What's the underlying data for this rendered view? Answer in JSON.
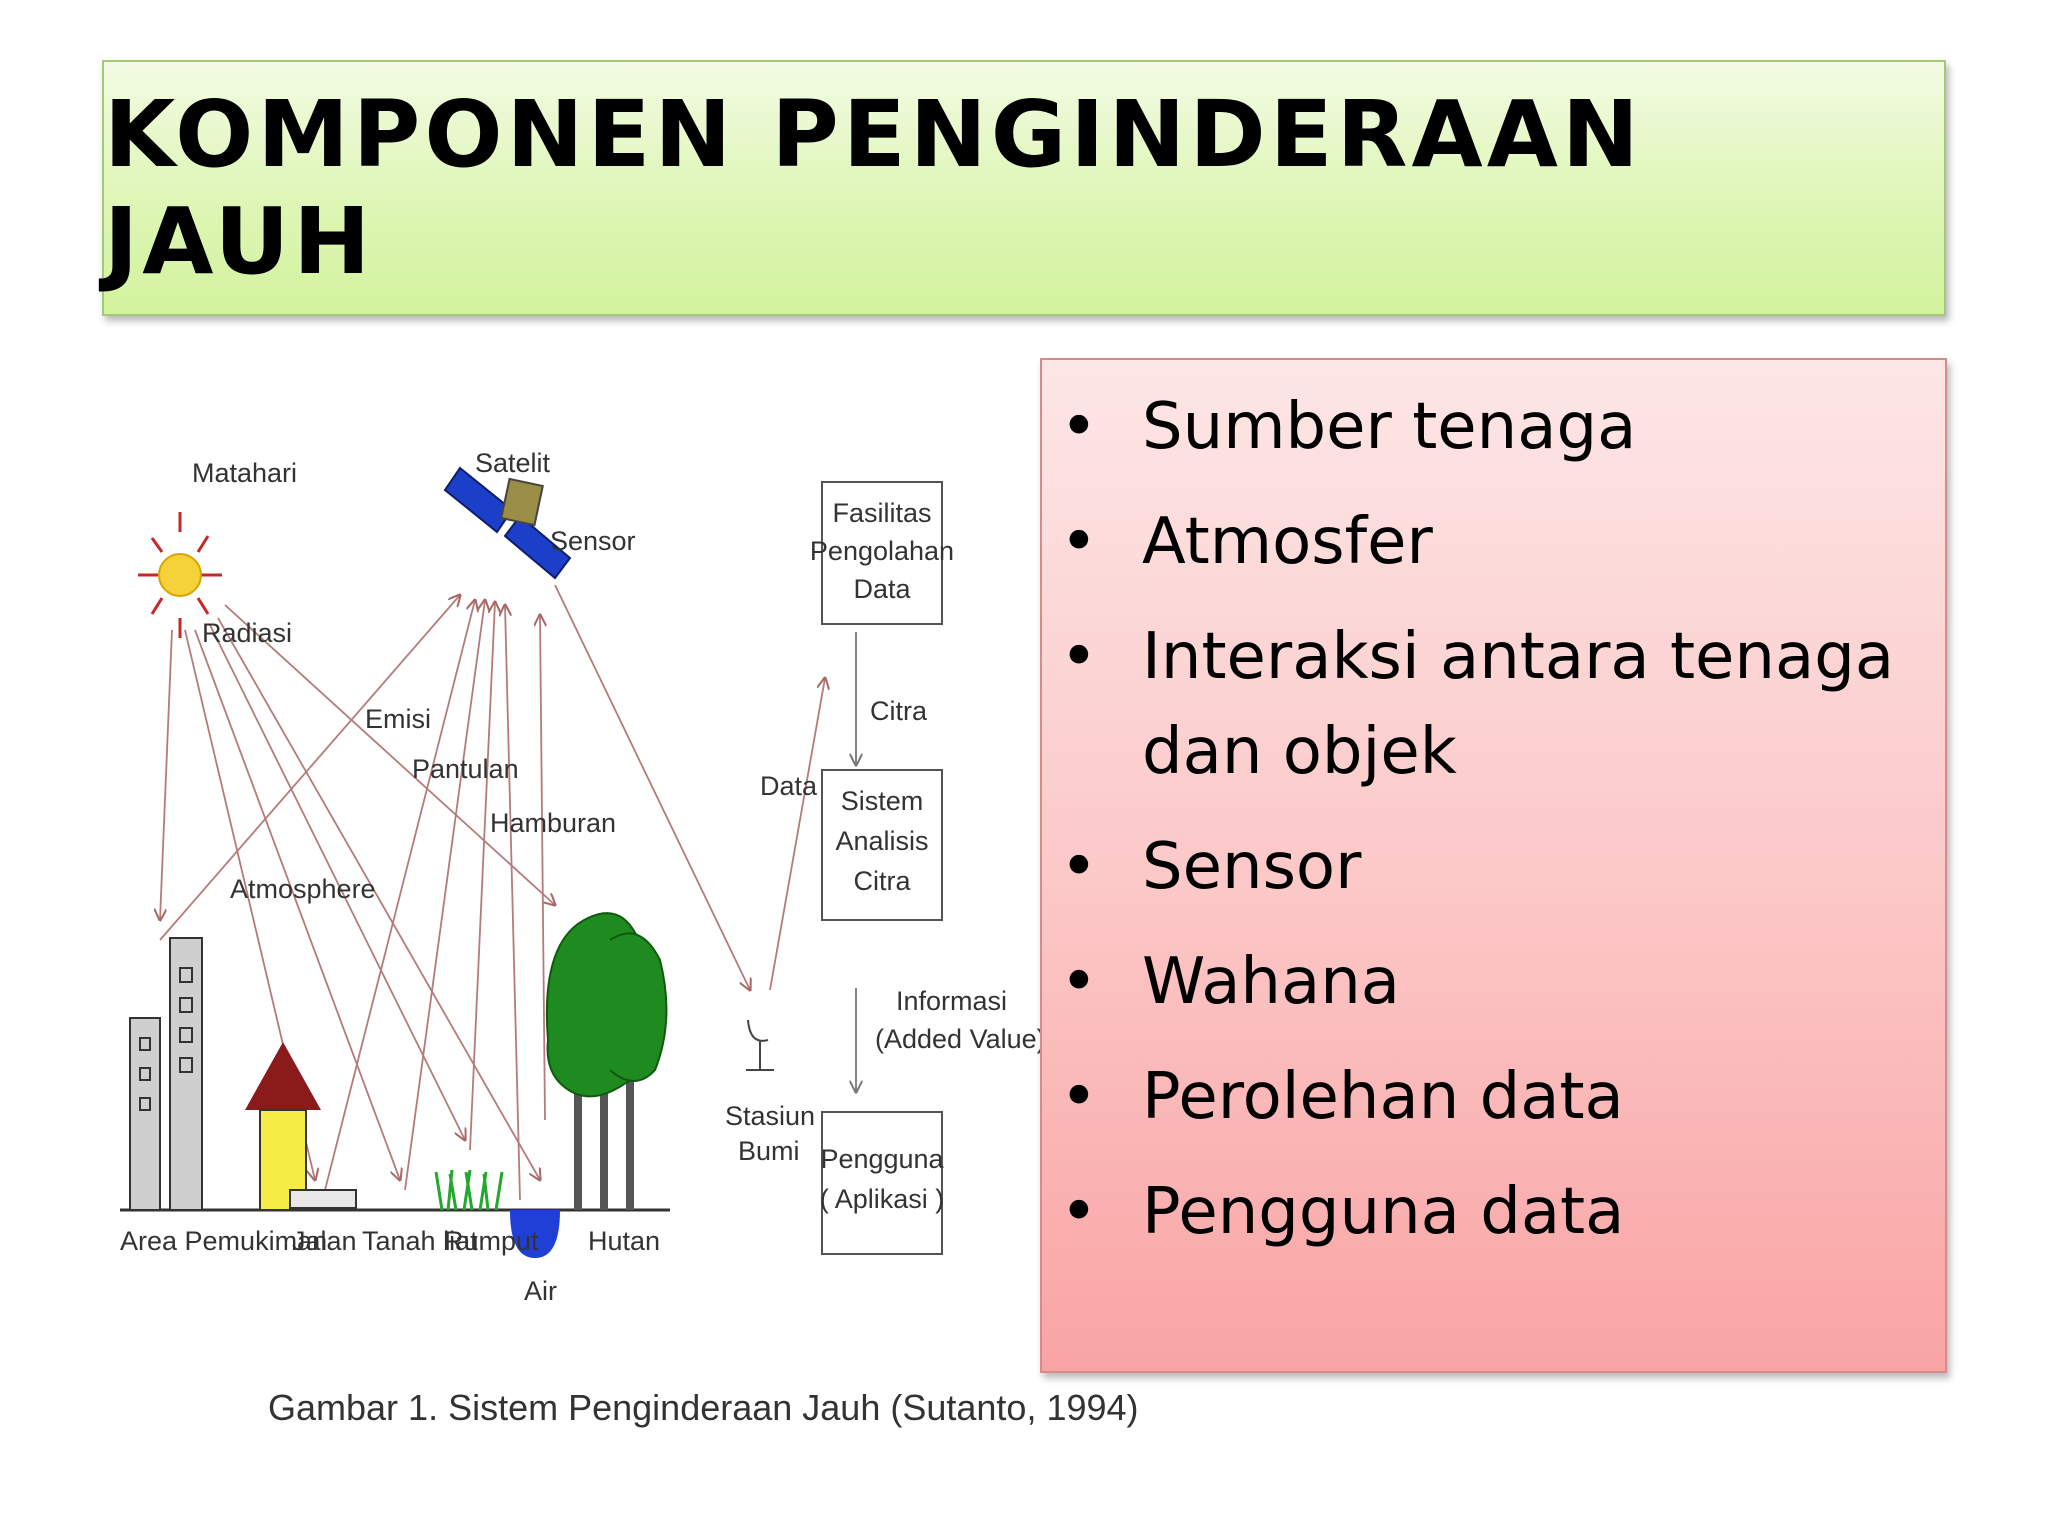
{
  "title": "KOMPONEN PENGINDERAAN JAUH",
  "bullets": [
    "Sumber tenaga",
    "Atmosfer",
    "Interaksi antara tenaga dan objek",
    "Sensor",
    "Wahana",
    "Perolehan data",
    "Pengguna data"
  ],
  "bullet_symbol": "•",
  "figure": {
    "labels": {
      "matahari": "Matahari",
      "satelit": "Satelit",
      "sensor": "Sensor",
      "radiasi": "Radiasi",
      "emisi": "Emisi",
      "pantulan": "Pantulan",
      "hamburan": "Hamburan",
      "atmosphere": "Atmosphere",
      "data": "Data",
      "citra": "Citra",
      "informasi_1": "Informasi",
      "informasi_2": "(Added Value)",
      "stasiun_1": "Stasiun",
      "stasiun_2": "Bumi",
      "area_pemukiman": "Area Pemukiman",
      "jalan": "Jalan",
      "tanah_liat": "Tanah liat",
      "rumput": "Rumput",
      "air": "Air",
      "hutan": "Hutan"
    },
    "boxes": {
      "fasilitas": [
        "Fasilitas",
        "Pengolahan",
        "Data"
      ],
      "sistem": [
        "Sistem",
        "Analisis",
        "Citra"
      ],
      "pengguna": [
        "Pengguna",
        "( Aplikasi )"
      ]
    },
    "caption": "Gambar 1.   Sistem Penginderaan Jauh (Sutanto, 1994)"
  },
  "colors": {
    "title_bg": "#d9f5a8",
    "bullets_bg": "#fbc4c4",
    "sun": "#f6d23a",
    "sun_rays": "#c62828",
    "tree": "#1f8a1f",
    "house_roof": "#8b1a1a",
    "house_wall": "#f5ec45",
    "water": "#1f3fd6",
    "satellite_panel": "#1c3fc9",
    "arrow": "#b57b7b"
  }
}
